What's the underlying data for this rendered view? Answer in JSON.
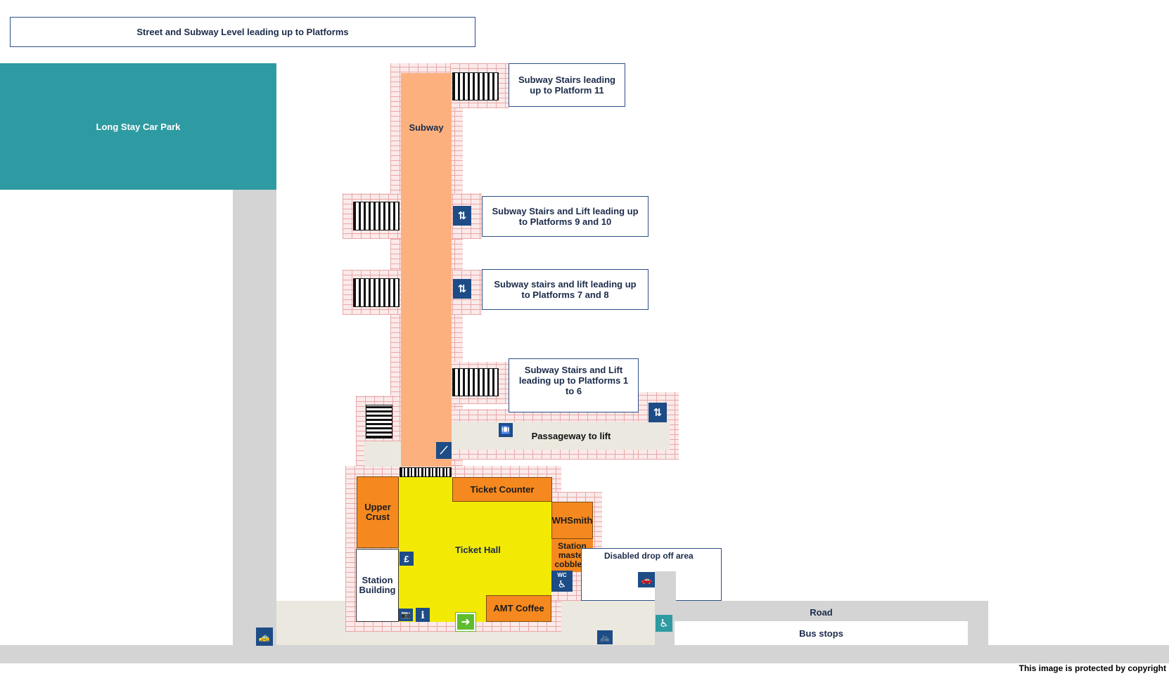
{
  "title": "Street and Subway Level leading up to Platforms",
  "copyright": "This image is protected by copyright",
  "areas": {
    "car_park": "Long Stay Car Park",
    "subway": "Subway",
    "passageway": "Passageway to lift",
    "ticket_hall": "Ticket Hall",
    "ticket_counter": "Ticket Counter",
    "upper_crust": "Upper Crust",
    "whsmith": "WHSmith",
    "cobblers": "Station master cobblers",
    "station_building": "Station Building",
    "amt_coffee": "AMT Coffee",
    "disabled_drop_off": "Disabled drop off area",
    "road": "Road",
    "bus_stops": "Bus stops"
  },
  "callouts": {
    "platform_11": "Subway Stairs leading up to Platform 11",
    "platforms_9_10": "Subway Stairs and Lift leading up to Platforms 9 and 10",
    "platforms_7_8": "Subway stairs and lift leading up to Platforms 7 and 8",
    "platforms_1_6": "Subway Stairs and Lift leading up to Platforms 1 to 6"
  },
  "icons": {
    "lift": "⇅",
    "luggage": "🛄",
    "ramp": "⟋",
    "cash": "£",
    "wc": "WC",
    "accessible": "♿",
    "photo_booth": "📷",
    "info": "ℹ",
    "exit": "➜",
    "taxi": "🚕",
    "bike": "🚲",
    "drop_off": "🚗"
  },
  "colors": {
    "car_park": "#2e9aa2",
    "subway": "#fcb07e",
    "ticket_hall": "#f2ea05",
    "shop": "#f5891f",
    "icon_bg": "#1d4c86",
    "exit_green": "#5fbd2d",
    "road": "#d4d4d4",
    "paving": "#ebe8df"
  }
}
